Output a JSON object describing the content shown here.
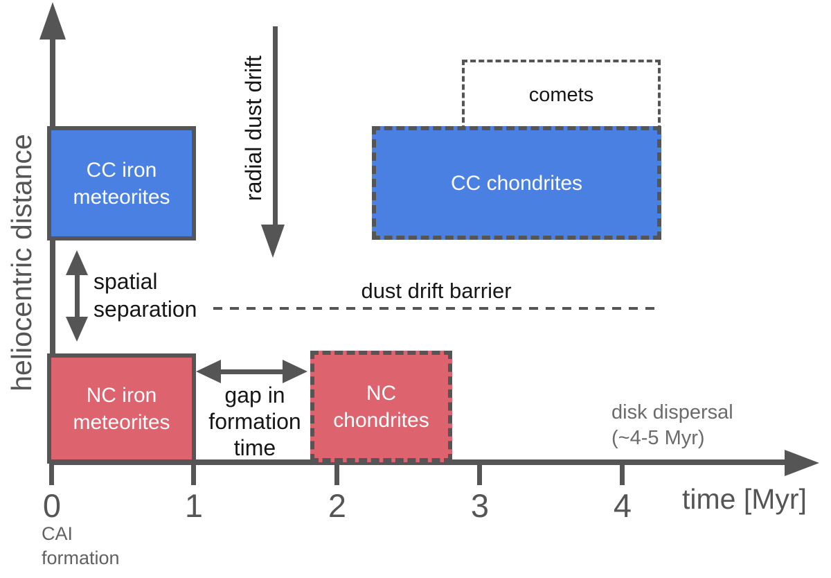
{
  "axes": {
    "y_label": "heliocentric distance",
    "x_label": "time [Myr]",
    "x_ticks": [
      "0",
      "1",
      "2",
      "3",
      "4"
    ],
    "origin_note_line1": "CAI",
    "origin_note_line2": "formation"
  },
  "boxes": {
    "cc_iron": {
      "line1": "CC iron",
      "line2": "meteorites"
    },
    "nc_iron": {
      "line1": "NC iron",
      "line2": "meteorites"
    },
    "cc_chondrites": {
      "label": "CC chondrites"
    },
    "nc_chondrites": {
      "line1": "NC",
      "line2": "chondrites"
    },
    "comets": {
      "label": "comets"
    }
  },
  "annotations": {
    "radial_dust_drift": "radial dust drift",
    "spatial_line1": "spatial",
    "spatial_line2": "separation",
    "dust_drift_barrier": "dust drift barrier",
    "gap_line1": "gap in",
    "gap_line2": "formation",
    "gap_line3": "time",
    "disk_dispersal_line1": "disk dispersal",
    "disk_dispersal_line2": "(~4-5 Myr)"
  },
  "colors": {
    "cc_blue": "#4a80e2",
    "nc_red": "#dd636e",
    "axis_gray": "#555555",
    "text_black": "#161616",
    "muted_gray": "#6b6b6b",
    "background": "#ffffff"
  }
}
